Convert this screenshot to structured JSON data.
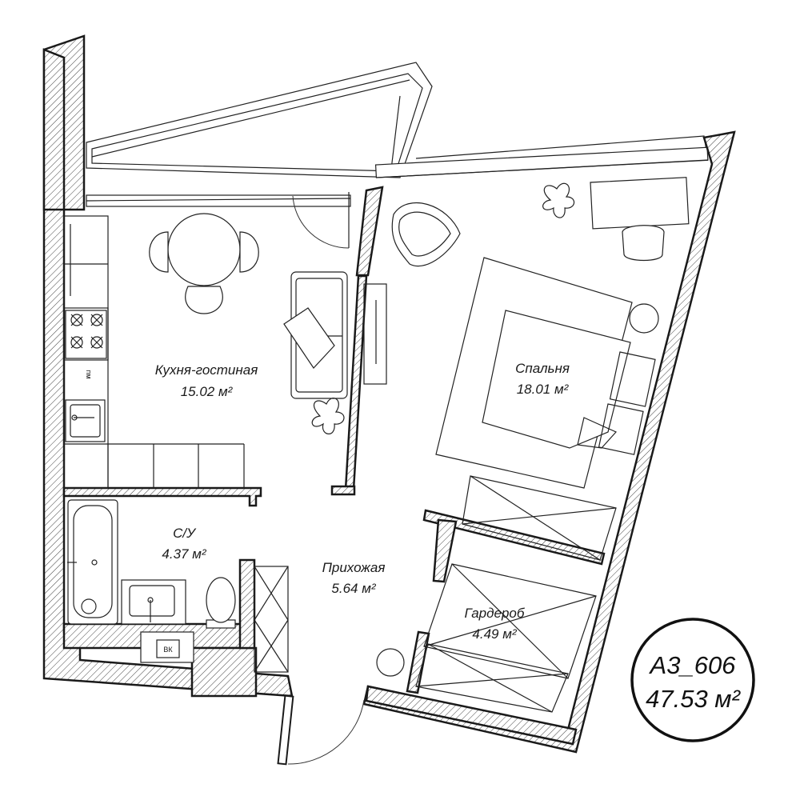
{
  "apartment": {
    "code": "А3_606",
    "total_area": "47.53 м²"
  },
  "rooms": {
    "kitchen_living": {
      "name": "Кухня-гостиная",
      "area": "15.02 м²"
    },
    "bedroom": {
      "name": "Спальня",
      "area": "18.01 м²"
    },
    "bathroom": {
      "name": "С/У",
      "area": "4.37 м²"
    },
    "hallway": {
      "name": "Прихожая",
      "area": "5.64 м²"
    },
    "wardrobe": {
      "name": "Гардероб",
      "area": "4.49 м²"
    }
  },
  "labels": {
    "dishwasher": "пм",
    "water_meter": "ВК"
  },
  "icons": [
    "window-icon",
    "door-icon",
    "table-icon",
    "chair-icon",
    "sofa-icon",
    "bed-icon",
    "armchair-icon",
    "plant-icon",
    "stove-icon",
    "sink-icon",
    "bathtub-icon",
    "toilet-icon",
    "desk-icon"
  ],
  "colors": {
    "ink": "#1a1a1a",
    "paper": "#ffffff"
  }
}
